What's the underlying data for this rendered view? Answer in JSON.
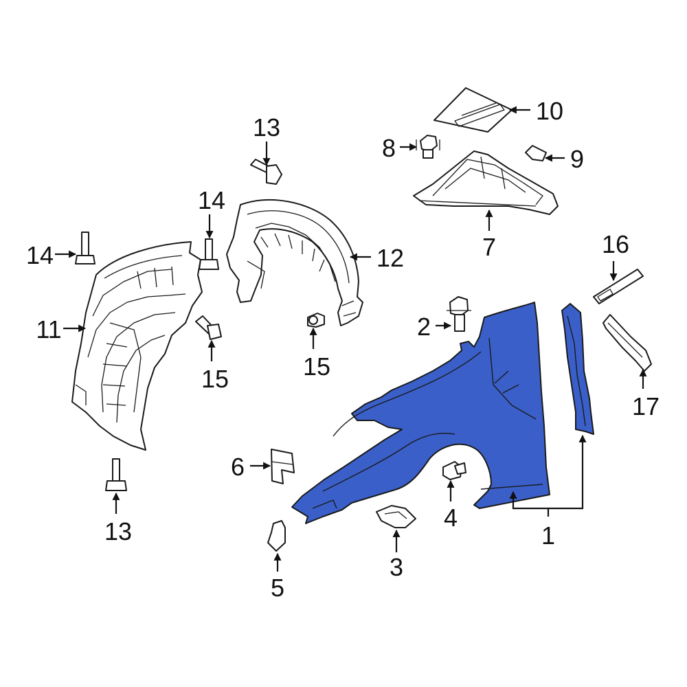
{
  "diagram": {
    "highlight_color": "#3a5fc8",
    "callouts": {
      "c1": "1",
      "c2": "2",
      "c3": "3",
      "c4": "4",
      "c5": "5",
      "c6": "6",
      "c7": "7",
      "c8": "8",
      "c9": "9",
      "c10": "10",
      "c11": "11",
      "c12": "12",
      "c13a": "13",
      "c13b": "13",
      "c14a": "14",
      "c14b": "14",
      "c15a": "15",
      "c15b": "15",
      "c16": "16",
      "c17": "17"
    }
  }
}
